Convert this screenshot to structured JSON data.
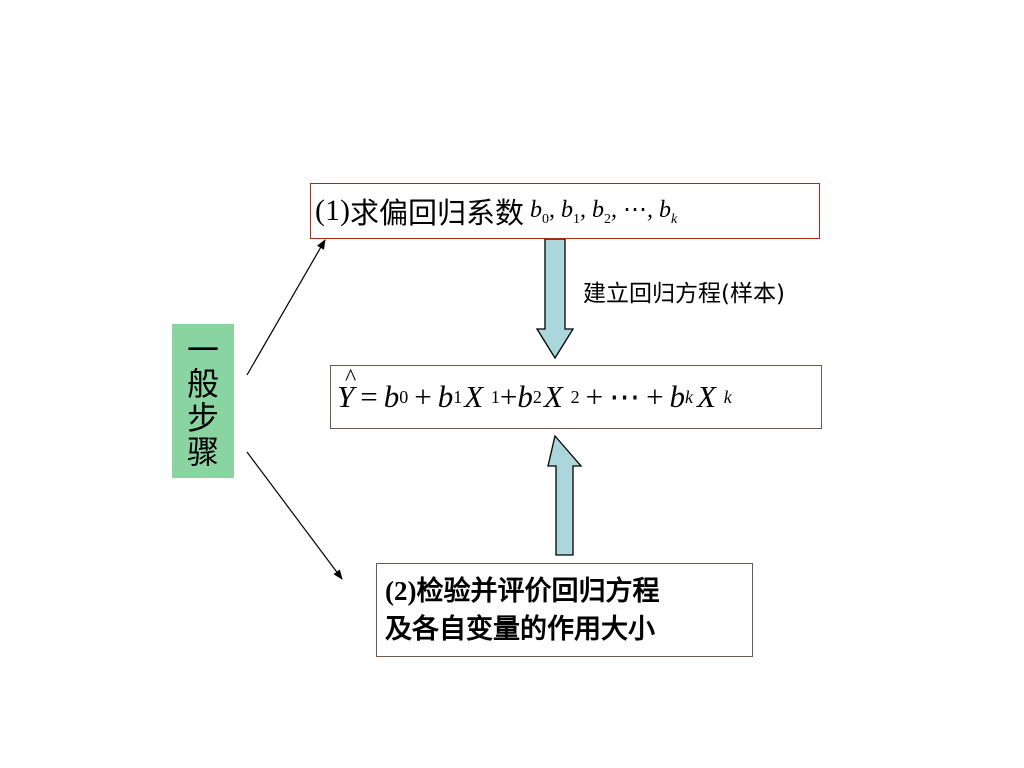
{
  "side_label": [
    "一",
    "般",
    "步",
    "骤"
  ],
  "step1": {
    "prefix": "(1)",
    "text": "求偏回归系数",
    "coefficients": [
      {
        "base": "b",
        "sub": "0",
        "sep": ","
      },
      {
        "base": "b",
        "sub": "1",
        "sep": ","
      },
      {
        "base": "b",
        "sub": "2",
        "sep": ","
      },
      {
        "base": "⋯",
        "sub": "",
        "sep": ","
      },
      {
        "base": "b",
        "sub": "k",
        "sep": ""
      }
    ]
  },
  "arrow_note": "建立回归方程(样本)",
  "equation": {
    "lhs": "Y",
    "hat": "^",
    "equals": "=",
    "plus": "+",
    "ellipsis": "⋯",
    "terms": {
      "b": "b",
      "x": "X",
      "s0": "0",
      "s1": "1",
      "s2": "2",
      "sk": "k"
    }
  },
  "step2": {
    "prefix": "(2)",
    "line1": "检验并评价回归方程",
    "line2": "及各自变量的作用大小"
  },
  "colors": {
    "side_label_bg": "#8ad4a2",
    "box1_border": "#b3261e",
    "box_border": "#6b5a4a",
    "arrow_fill": "#aad6dc"
  }
}
